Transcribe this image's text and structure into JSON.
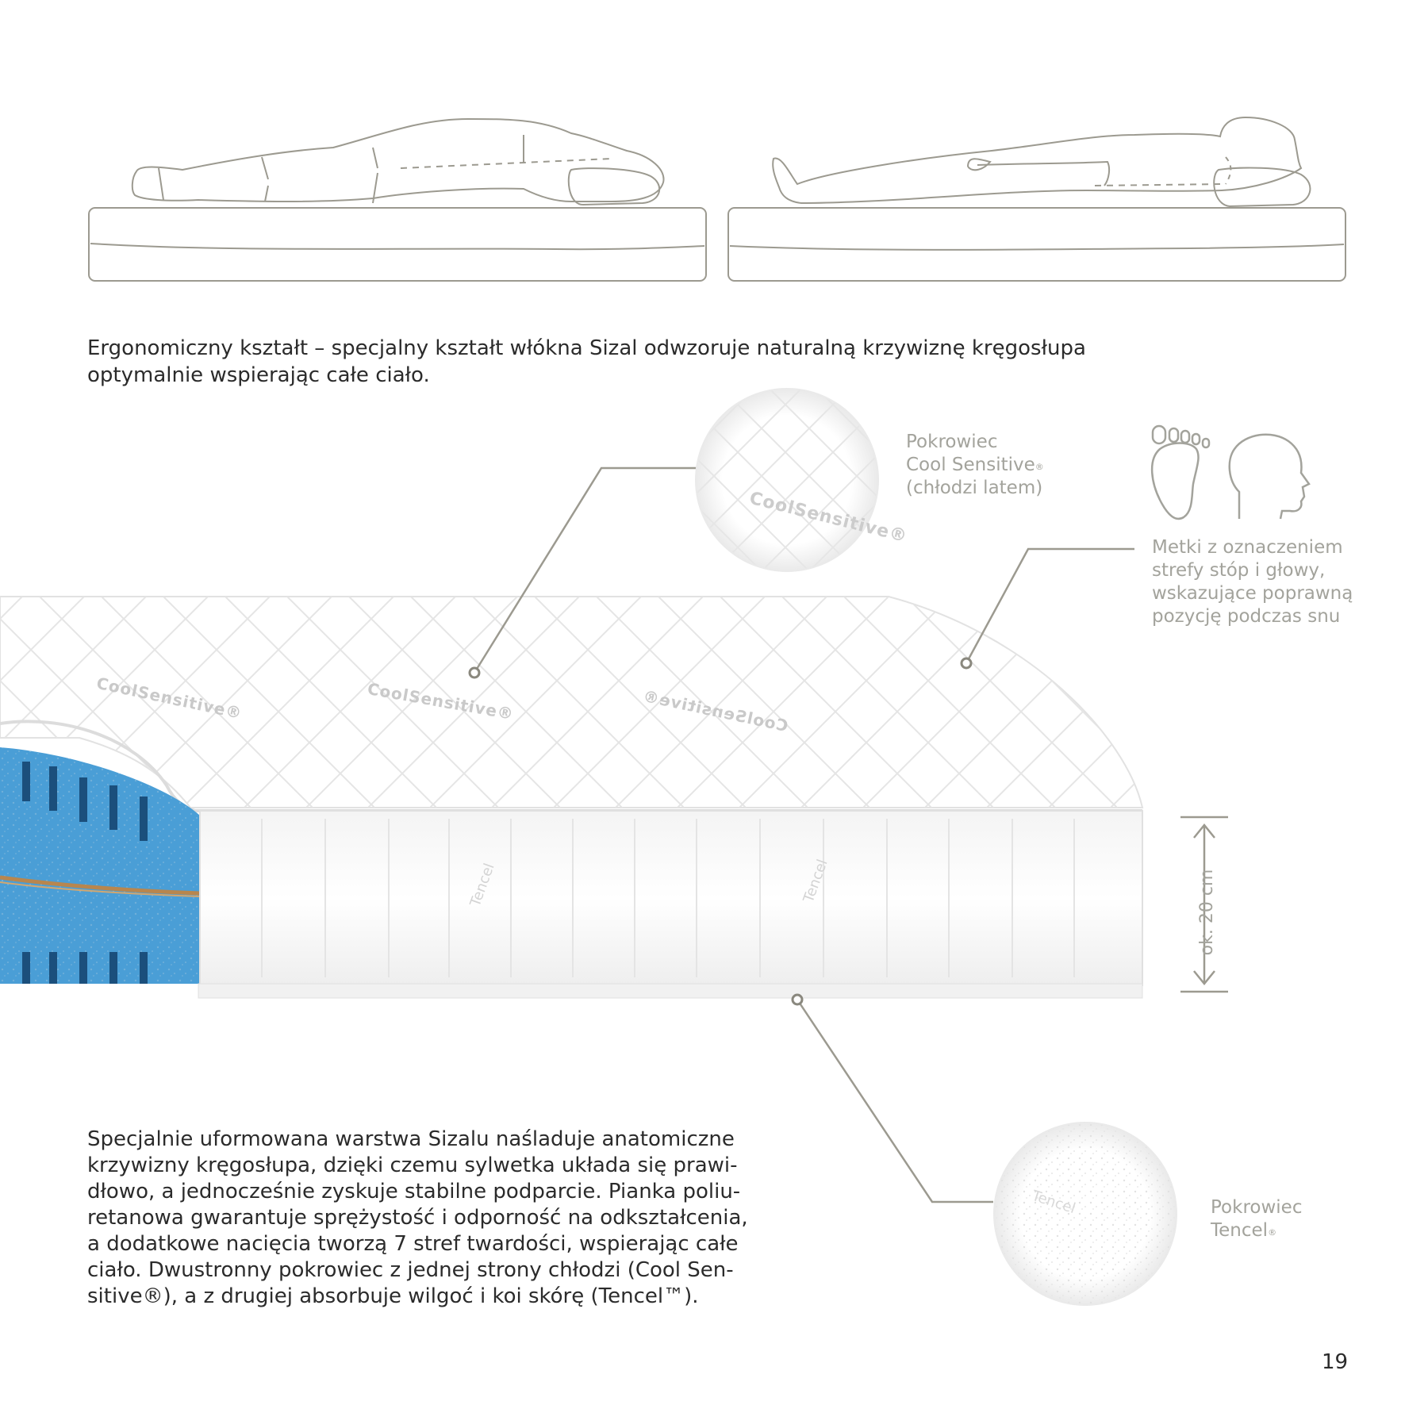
{
  "intro": {
    "line1": "Ergonomiczny kształt – specjalny kształt włókna Sizal odwzoruje naturalną krzywiznę kręgosłupa",
    "line2": "optymalnie wspierając całe ciało."
  },
  "callouts": {
    "cool": {
      "line1": "Pokrowiec",
      "line2": "Cool Sensitive",
      "mark": "®",
      "line3": "(chłodzi latem)"
    },
    "tags": {
      "line1": "Metki z oznaczeniem",
      "line2": "strefy stóp i głowy,",
      "line3": "wskazujące poprawną",
      "line4": "pozycję podczas snu"
    },
    "tencel": {
      "line1": "Pokrowiec",
      "line2": "Tencel",
      "mark": "®"
    }
  },
  "height_label": "ok. 20 cm",
  "cover_print": "CoolSensitive®",
  "side_print": "Tencel",
  "body": {
    "lines": [
      "Specjalnie uformowana warstwa Sizalu naśladuje anatomiczne",
      "krzywizny kręgosłupa, dzięki czemu sylwetka układa się prawi-",
      "dłowo, a jednocześnie zyskuje stabilne podparcie. Pianka poliu-",
      "retanowa gwarantuje sprężystość i odporność na odkształcenia,",
      "a dodatkowe nacięcia tworzą 7 stref twardości, wspierając całe",
      "ciało. Dwustronny pokrowiec z jednej strony chłodzi (Cool Sen-",
      "sitive®), a z drugiej  absorbuje wilgoć i koi skórę (Tencel™)."
    ]
  },
  "page_number": "19",
  "colors": {
    "text": "#2b2b2b",
    "callout": "#a3a39c",
    "line": "#9c9a90",
    "foam": "#4a9ed6",
    "sisal": "#b8864e"
  }
}
